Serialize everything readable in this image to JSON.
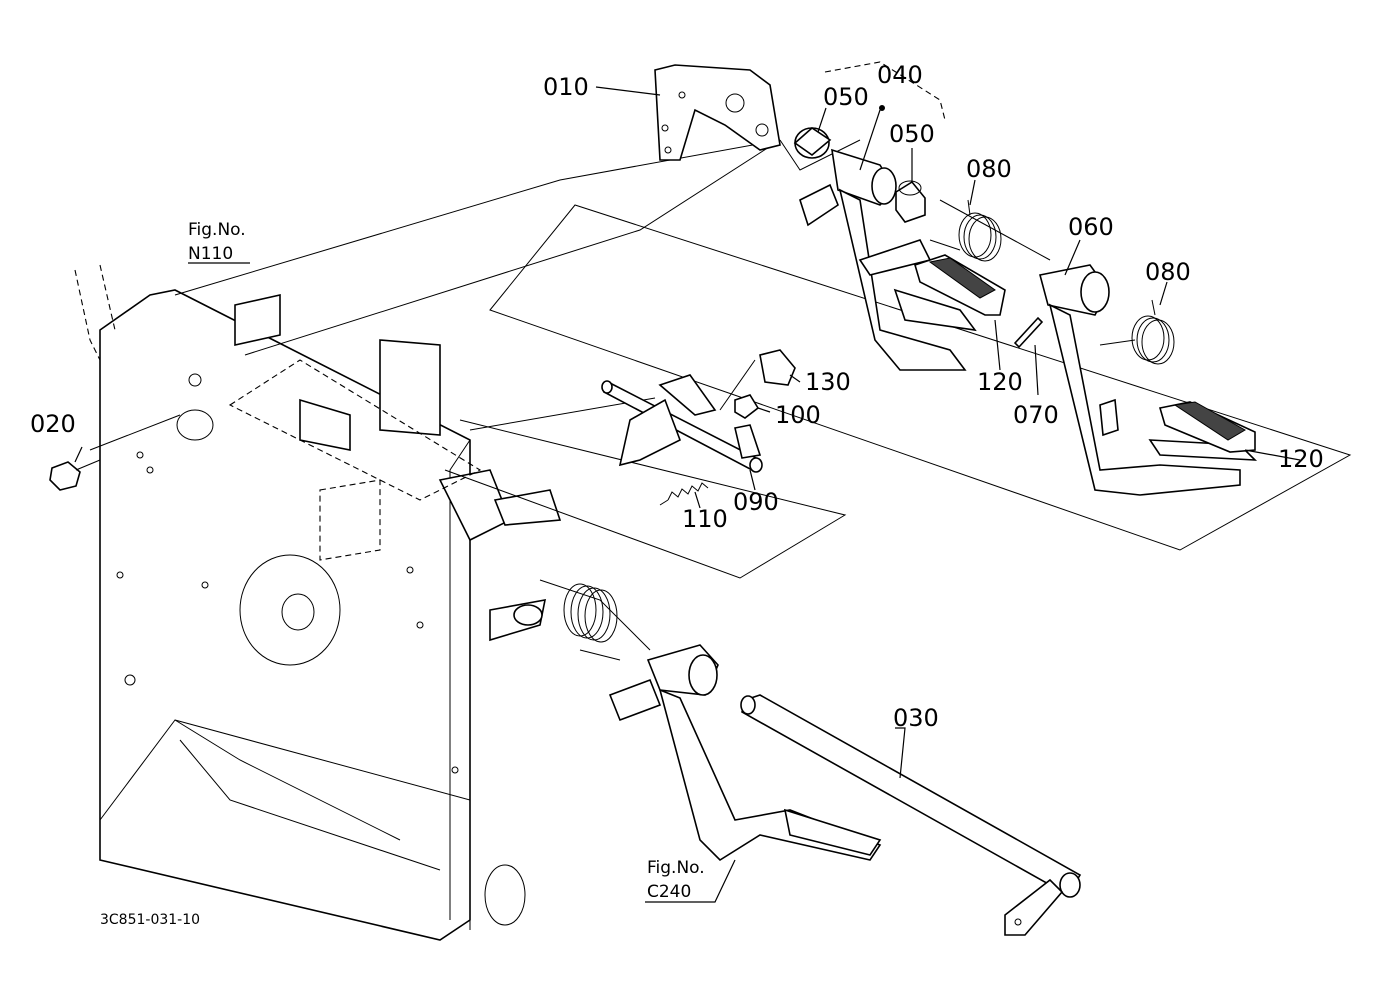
{
  "callouts": {
    "c010": "010",
    "c020": "020",
    "c030": "030",
    "c040": "040",
    "c050a": "050",
    "c050b": "050",
    "c060": "060",
    "c070": "070",
    "c080a": "080",
    "c080b": "080",
    "c090": "090",
    "c100": "100",
    "c110": "110",
    "c120a": "120",
    "c120b": "120",
    "c130": "130"
  },
  "figure_refs": {
    "n110_label": "Fig.No.",
    "n110_number": "N110",
    "c240_label": "Fig.No.",
    "c240_number": "C240"
  },
  "drawing_code": "3C851-031-10"
}
